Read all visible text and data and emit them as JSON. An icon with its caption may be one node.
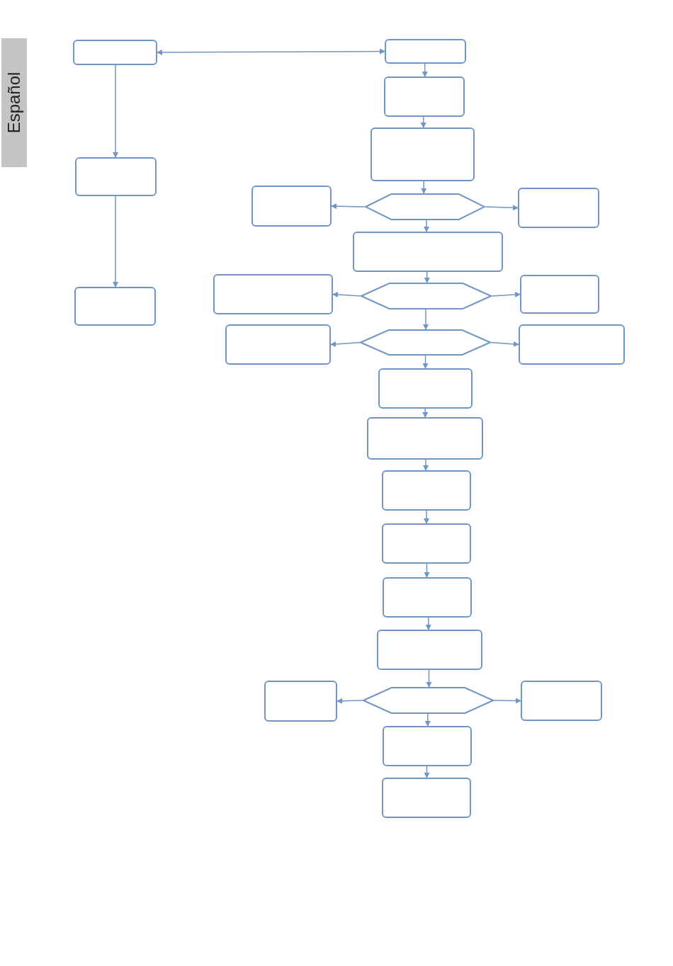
{
  "diagram": {
    "nodes": [
      {
        "text": [],
        "shape": "box"
      },
      {
        "text": [],
        "shape": "box"
      },
      {
        "text": [],
        "shape": "box"
      },
      {
        "text": [],
        "shape": "box"
      },
      {
        "text": [],
        "shape": "box"
      },
      {
        "text": [],
        "shape": "box"
      },
      {
        "text": [],
        "shape": "box"
      },
      {
        "text": [],
        "shape": "hexagon"
      },
      {
        "text": [],
        "shape": "box"
      },
      {
        "text": [],
        "shape": "box"
      },
      {
        "text": [],
        "shape": "box"
      },
      {
        "text": [],
        "shape": "hexagon"
      },
      {
        "text": [],
        "shape": "box"
      },
      {
        "text": [],
        "shape": "box"
      },
      {
        "text": [],
        "shape": "hexagon"
      },
      {
        "text": [],
        "shape": "box"
      },
      {
        "text": [],
        "shape": "box"
      },
      {
        "text": [],
        "shape": "box"
      },
      {
        "text": [],
        "shape": "box"
      },
      {
        "text": [],
        "shape": "box"
      },
      {
        "text": [],
        "shape": "box"
      },
      {
        "text": [],
        "shape": "box"
      },
      {
        "text": [],
        "shape": "box"
      },
      {
        "text": [],
        "shape": "hexagon"
      },
      {
        "text": [],
        "shape": "box"
      },
      {
        "text": [],
        "shape": "box"
      },
      {
        "text": [],
        "shape": "box"
      }
    ],
    "edges": [
      {
        "from": 0,
        "to": 3,
        "arrow": "both"
      },
      {
        "from": 0,
        "to": 1,
        "arrow": "to"
      },
      {
        "from": 1,
        "to": 2,
        "arrow": "to"
      },
      {
        "from": 3,
        "to": 4,
        "arrow": "to"
      },
      {
        "from": 4,
        "to": 5,
        "arrow": "to"
      },
      {
        "from": 5,
        "to": 7,
        "arrow": "to"
      },
      {
        "from": 7,
        "to": 6,
        "arrow": "to"
      },
      {
        "from": 7,
        "to": 8,
        "arrow": "to"
      },
      {
        "from": 7,
        "to": 9,
        "arrow": "to"
      },
      {
        "from": 9,
        "to": 11,
        "arrow": "to"
      },
      {
        "from": 11,
        "to": 10,
        "arrow": "to"
      },
      {
        "from": 11,
        "to": 12,
        "arrow": "to"
      },
      {
        "from": 11,
        "to": 14,
        "arrow": "to"
      },
      {
        "from": 14,
        "to": 13,
        "arrow": "to"
      },
      {
        "from": 14,
        "to": 15,
        "arrow": "to"
      },
      {
        "from": 14,
        "to": 16,
        "arrow": "to"
      },
      {
        "from": 16,
        "to": 17,
        "arrow": "to"
      },
      {
        "from": 17,
        "to": 18,
        "arrow": "to"
      },
      {
        "from": 18,
        "to": 19,
        "arrow": "to"
      },
      {
        "from": 19,
        "to": 20,
        "arrow": "to"
      },
      {
        "from": 20,
        "to": 21,
        "arrow": "to"
      },
      {
        "from": 21,
        "to": 23,
        "arrow": "to"
      },
      {
        "from": 23,
        "to": 22,
        "arrow": "to"
      },
      {
        "from": 23,
        "to": 24,
        "arrow": "to"
      },
      {
        "from": 23,
        "to": 25,
        "arrow": "to"
      },
      {
        "from": 25,
        "to": 26,
        "arrow": "to"
      }
    ],
    "labels": [
      "Español"
    ]
  }
}
